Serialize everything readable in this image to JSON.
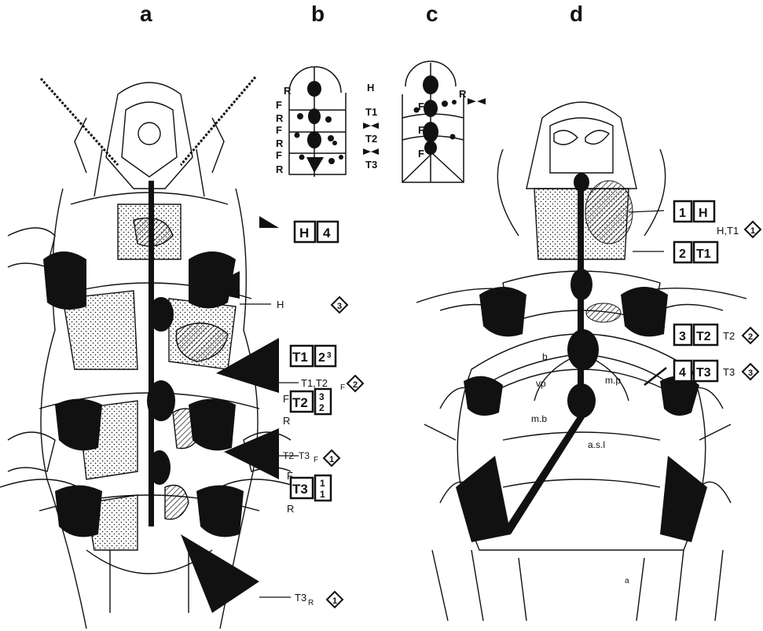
{
  "panels": [
    "a",
    "b",
    "c",
    "d"
  ],
  "panel_a": {
    "box_labels": [
      "H",
      "4",
      "T1",
      "2",
      "3",
      "T2",
      "3",
      "2",
      "T3",
      "1",
      "1"
    ],
    "side_labels": [
      "H",
      "T1,T2",
      "F",
      "F",
      "R",
      "T2",
      "T3",
      "F",
      "F",
      "R",
      "T3",
      "R"
    ],
    "diamond_numbers": [
      "3",
      "2",
      "1",
      "1"
    ]
  },
  "panel_b": {
    "labels_left": [
      "R",
      "F",
      "R",
      "F",
      "R",
      "F",
      "R"
    ],
    "labels_right": [
      "H",
      "T1",
      "T2",
      "T3"
    ]
  },
  "panel_c": {
    "labels": [
      "R",
      "F",
      "F",
      "F"
    ]
  },
  "panel_d": {
    "box_numbers": [
      "1",
      "2",
      "3",
      "4"
    ],
    "box_labels": [
      "H",
      "T1",
      "T2",
      "T3"
    ],
    "side_labels": [
      "H,T1",
      "T2",
      "T3"
    ],
    "diamond_numbers": [
      "1",
      "2",
      "3"
    ],
    "anatomy_labels": [
      "b",
      "vp",
      "m.p",
      "m.b",
      "a.s.l",
      "a"
    ]
  },
  "colors": {
    "ink": "#111111",
    "paper": "#ffffff"
  }
}
